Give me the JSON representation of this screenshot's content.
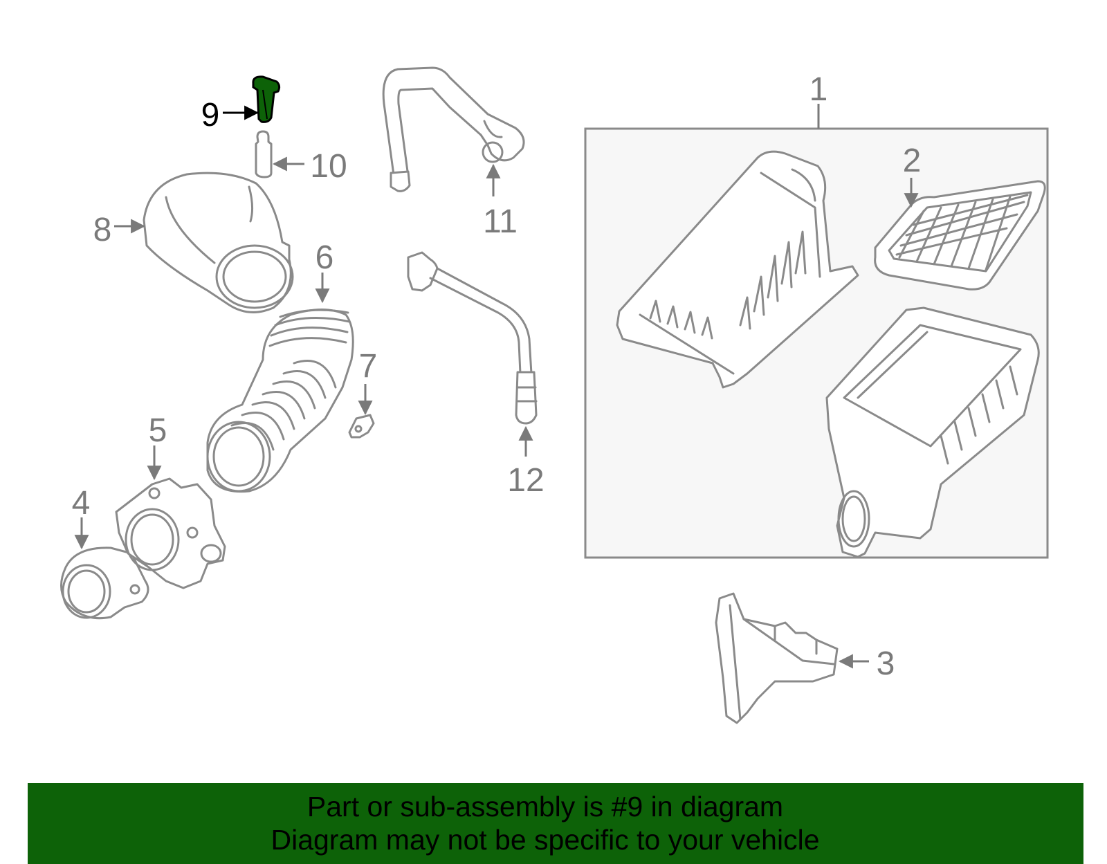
{
  "diagram": {
    "highlight_color": "#0d6208",
    "callouts": {
      "c1": "1",
      "c2": "2",
      "c3": "3",
      "c4": "4",
      "c5": "5",
      "c6": "6",
      "c7": "7",
      "c8": "8",
      "c9": "9",
      "c10": "10",
      "c11": "11",
      "c12": "12"
    },
    "highlighted_part": "9"
  },
  "banner": {
    "line1": "Part or sub-assembly is #9 in diagram",
    "line2": "Diagram may not be specific to your vehicle",
    "background": "#0d6208"
  }
}
